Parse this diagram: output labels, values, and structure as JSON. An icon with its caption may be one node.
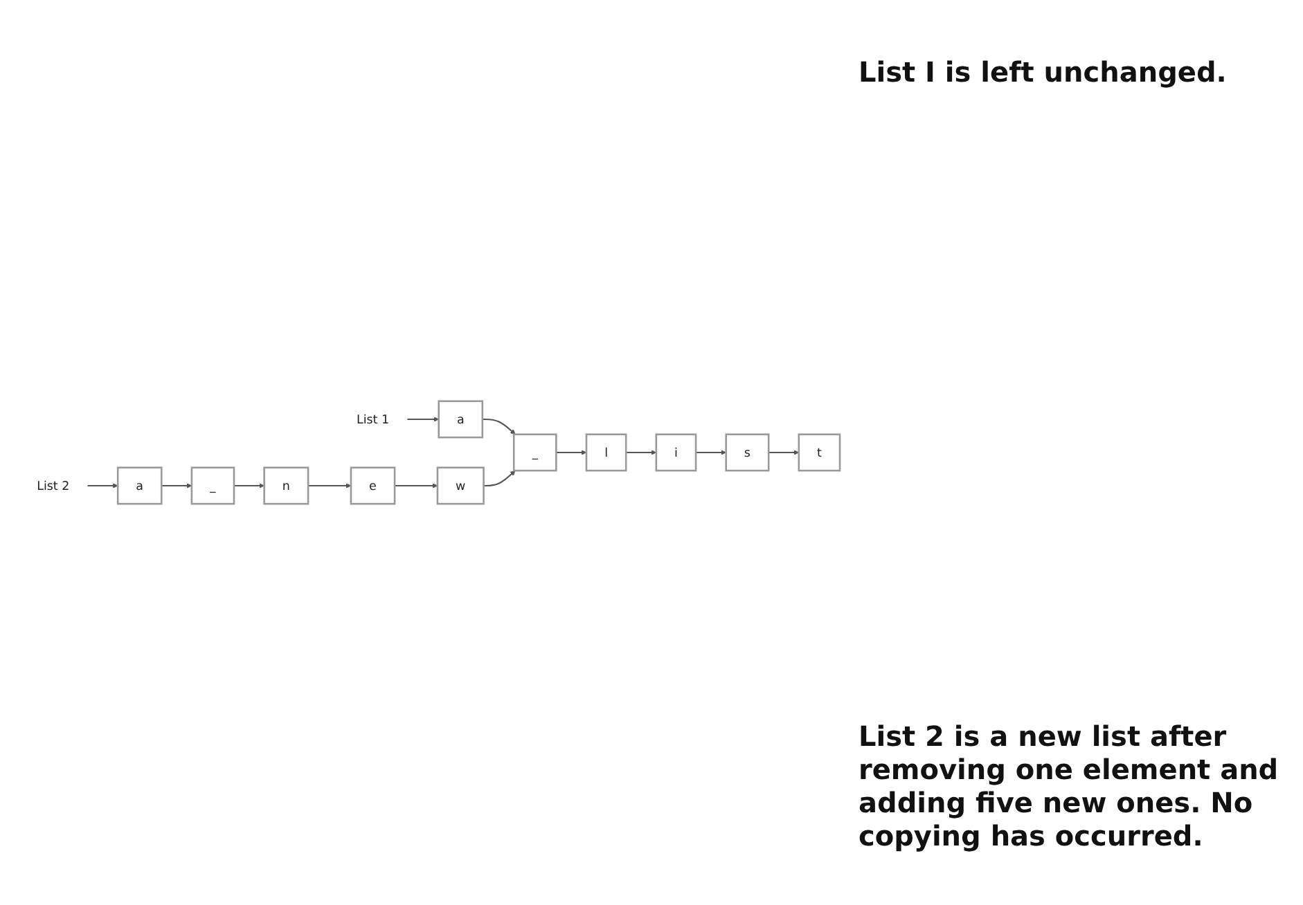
{
  "diagram": {
    "nodes": [
      {
        "text": [
          "List 1"
        ]
      },
      {
        "text": [
          "a"
        ]
      },
      {
        "text": [
          "_"
        ]
      },
      {
        "text": [
          "l"
        ]
      },
      {
        "text": [
          "i"
        ]
      },
      {
        "text": [
          "s"
        ]
      },
      {
        "text": [
          "t"
        ]
      },
      {
        "text": [
          "a"
        ]
      },
      {
        "text": [
          "_"
        ]
      },
      {
        "text": [
          "n"
        ]
      },
      {
        "text": [
          "e"
        ]
      },
      {
        "text": [
          "w"
        ]
      },
      {
        "text": [
          "List 2"
        ]
      }
    ],
    "edges": [
      {
        "from": 0,
        "to": 1,
        "arrow": "to"
      },
      {
        "from": 1,
        "to": 2,
        "arrow": "to"
      },
      {
        "from": 2,
        "to": 3,
        "arrow": "to"
      },
      {
        "from": 3,
        "to": 4,
        "arrow": "to"
      },
      {
        "from": 4,
        "to": 5,
        "arrow": "to"
      },
      {
        "from": 5,
        "to": 6,
        "arrow": "to"
      },
      {
        "from": 7,
        "to": 8,
        "arrow": "to"
      },
      {
        "from": 8,
        "to": 9,
        "arrow": "to"
      },
      {
        "from": 9,
        "to": 10,
        "arrow": "to"
      },
      {
        "from": 10,
        "to": 11,
        "arrow": "to"
      },
      {
        "from": 11,
        "to": 2,
        "arrow": "to"
      },
      {
        "from": 12,
        "to": 7,
        "arrow": "to"
      }
    ],
    "labels": [
      "List I is left unchanged.",
      "List 2 is a new list after removing one element and adding five new ones. No copying has occurred."
    ]
  }
}
